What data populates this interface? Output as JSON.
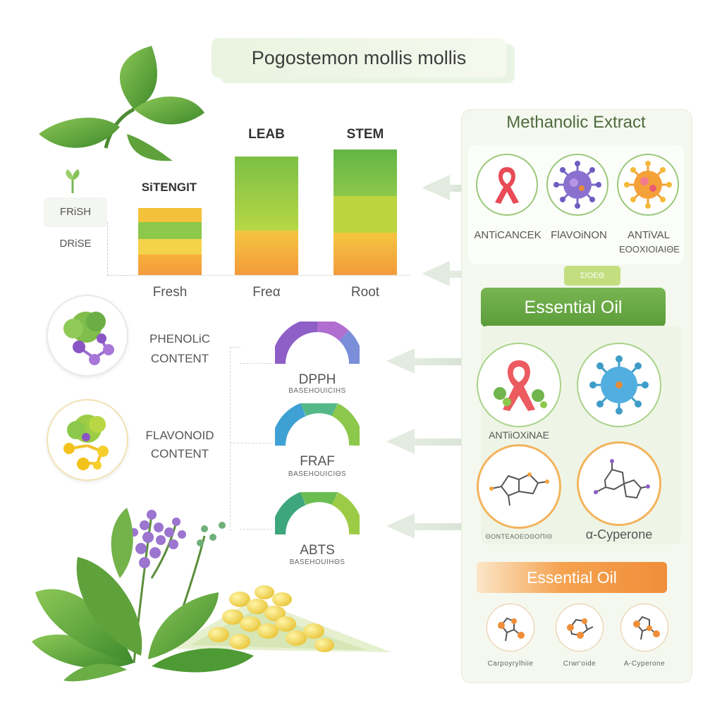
{
  "title": "Pogostemon mollis mollis",
  "bar_chart": {
    "headers": {
      "left": "SiTENGIT",
      "mid": "LEAB",
      "right": "STEM"
    },
    "x_labels": [
      "Fresh",
      "Freα",
      "Root"
    ],
    "legend": {
      "fresh": "FRiSH",
      "dried": "DRiSE"
    }
  },
  "content_items": [
    {
      "label_line1": "PHENOLiC",
      "label_line2": "CONTENT"
    },
    {
      "label_line1": "FLAVONOID",
      "label_line2": "CONTENT"
    }
  ],
  "assays": [
    {
      "name": "DPPH",
      "sub": "ΒΑSΕΗΟUΙCΙΗS",
      "colors": [
        "#8e5fc7",
        "#b06ed0",
        "#7a8fd8"
      ]
    },
    {
      "name": "FRAF",
      "sub": "ΒΑSΕΗΟUΙCΙΘS",
      "colors": [
        "#3fa0d4",
        "#55b889",
        "#8cc84b"
      ]
    },
    {
      "name": "ABTS",
      "sub": "ΒΑSΕΗΟUΙΗΘS",
      "colors": [
        "#3ea67c",
        "#6bbd52",
        "#9ccc45"
      ]
    }
  ],
  "methanolic": {
    "title": "Methanolic Extract",
    "items": [
      {
        "label": "ANTiCANCEK",
        "sub": "",
        "icon": "ribbon-icon"
      },
      {
        "label": "FlAVOiNON",
        "sub": "",
        "icon": "virus-icon"
      },
      {
        "label": "ANTiVAL",
        "sub": "ΕΟΟΧΙΟΙΑΙΘΕ",
        "icon": "virus-icon"
      }
    ]
  },
  "small_tag": "ΣΙΟΕΘ",
  "essential_oil_1": {
    "title": "Essential Oil",
    "items": [
      {
        "label": "ANTiiOXiNAE",
        "icon": "ribbon-icon"
      },
      {
        "label": "",
        "icon": "virus-icon"
      },
      {
        "label": "ΘΟΝΤΕΑΟΕΟΘΟΠΙΘ",
        "icon": "molecule-icon"
      },
      {
        "label": "α-Cyperone",
        "icon": "molecule-icon"
      }
    ]
  },
  "essential_oil_2": {
    "title": "Essential Oil",
    "items": [
      {
        "label": "Carpoyrylhiie",
        "icon": "molecule-icon"
      },
      {
        "label": "Crwr'oide",
        "icon": "molecule-icon"
      },
      {
        "label": "A-Cyperone",
        "icon": "molecule-icon"
      }
    ]
  },
  "colors": {
    "green": "#6aae45",
    "orange": "#f39a3c",
    "purple": "#8e5fc7",
    "panel": "#f4f8ef"
  }
}
